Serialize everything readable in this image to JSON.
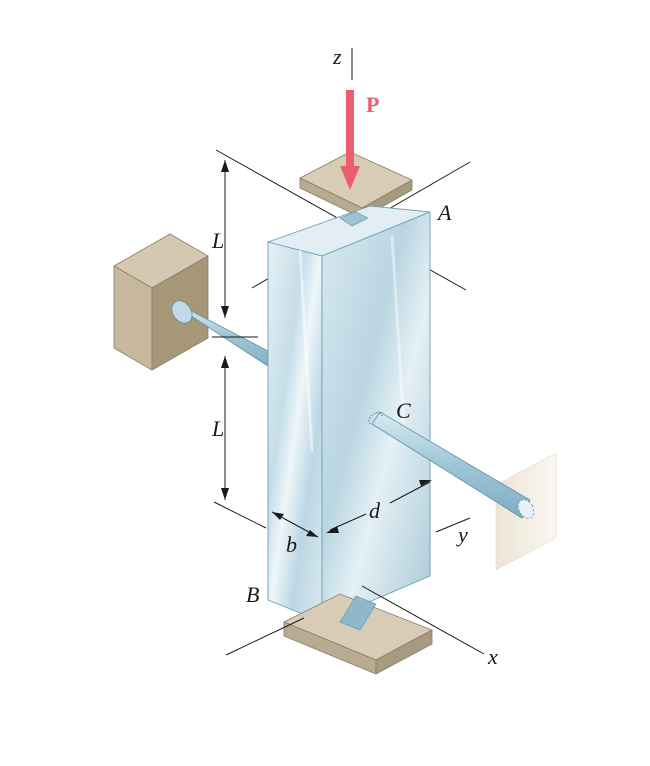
{
  "labels": {
    "z_axis": "z",
    "load": "P",
    "point_a": "A",
    "point_b": "B",
    "point_c": "C",
    "length_upper": "L",
    "length_lower": "L",
    "width_b": "b",
    "depth_d": "d",
    "y_axis": "y",
    "x_axis": "x"
  },
  "colors": {
    "load_arrow": "#e8606e",
    "column_face": "#cfe3ec",
    "support_block": "#c9bba3",
    "rod": "#a9cddc"
  }
}
